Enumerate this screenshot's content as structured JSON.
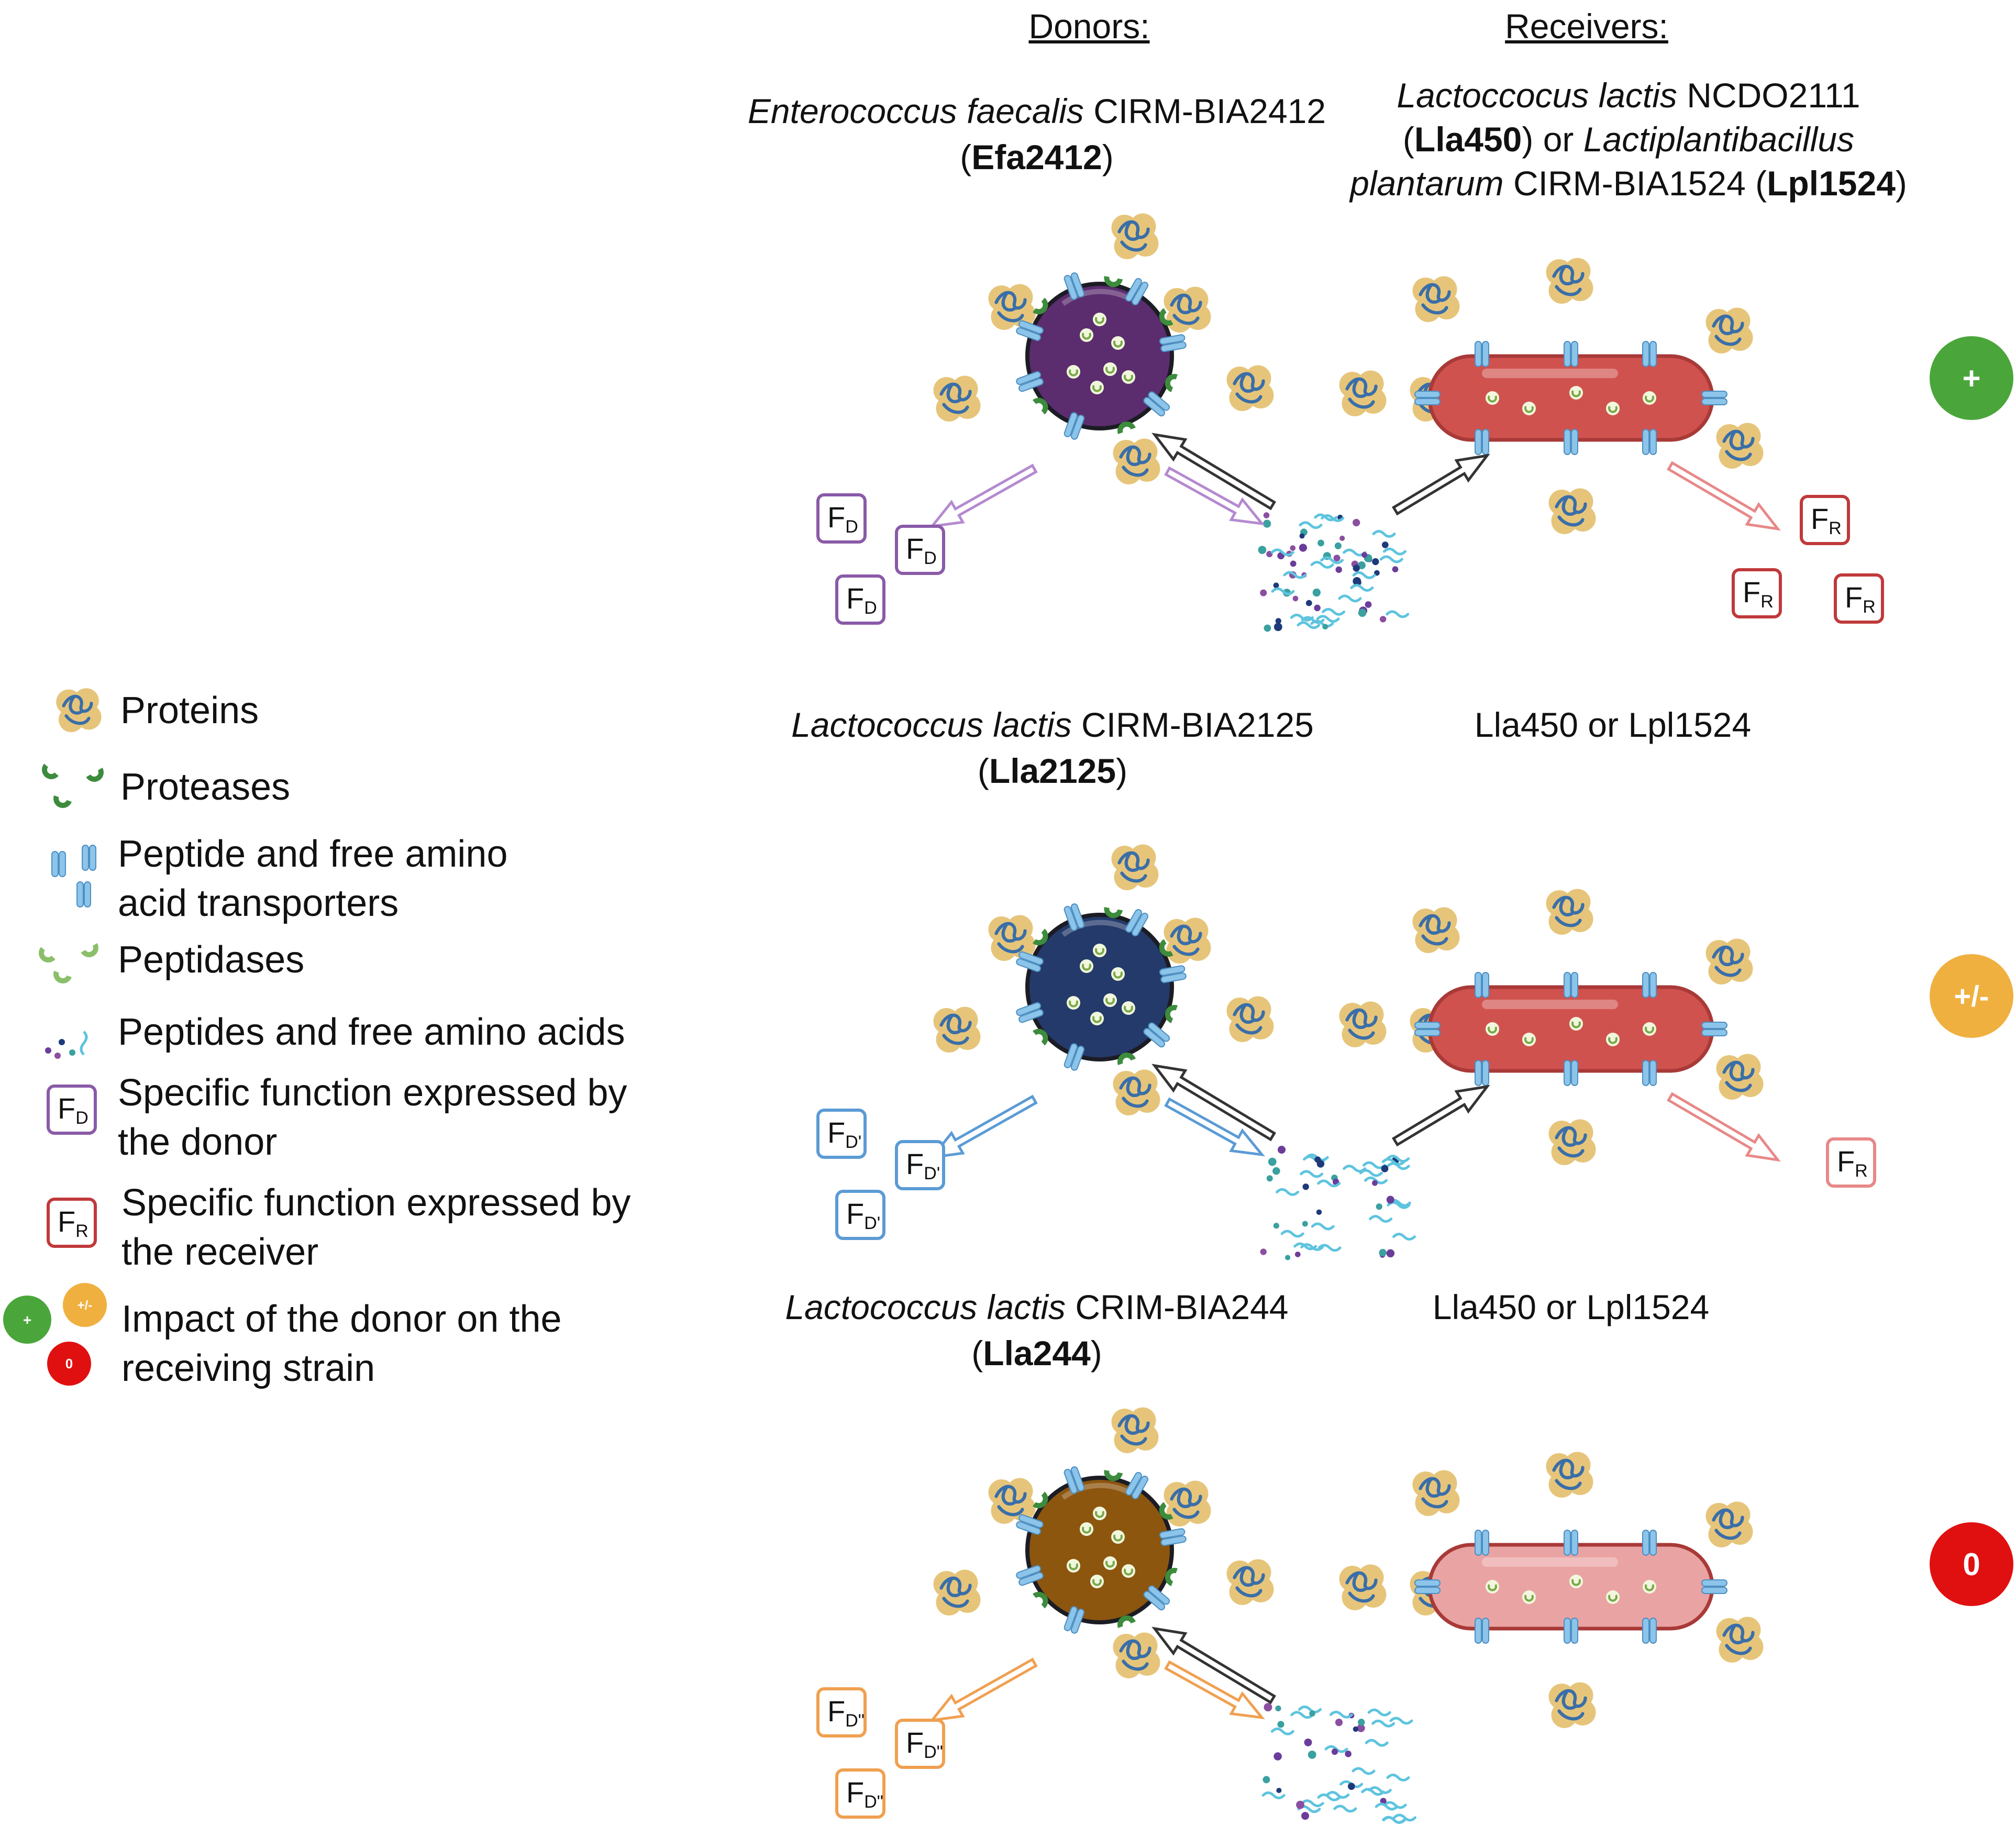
{
  "headers": {
    "donors": "Donors:",
    "receivers": "Receivers:"
  },
  "rows": [
    {
      "donor": {
        "species": "Enterococcus faecalis",
        "strain": "CIRM-BIA2412",
        "code": "Efa2412",
        "cell_color": "#5b2d6e",
        "arrow_color": "#b48ad0"
      },
      "receiver": {
        "species1": "Lactoccocus lactis",
        "strain1": "NCDO2111",
        "code1": "Lla450",
        "or_word": "or",
        "species2a": "Lactiplantibacillus",
        "species2b": "plantarum",
        "strain2": "CIRM-BIA1524",
        "code2": "Lpl1524"
      },
      "donor_function_main": "F",
      "donor_function_sub": "D",
      "receiver_function_main": "F",
      "receiver_function_sub": "R",
      "impact": {
        "label": "+",
        "color": "#4aa63a"
      }
    },
    {
      "donor": {
        "species": "Lactococcus lactis",
        "strain": "CIRM-BIA2125",
        "code": "Lla2125",
        "cell_color": "#243a6b",
        "arrow_color": "#5b9bd5"
      },
      "receiver": {
        "text": "Lla450 or Lpl1524"
      },
      "donor_function_main": "F",
      "donor_function_sub": "D'",
      "receiver_function_main": "F",
      "receiver_function_sub": "R",
      "impact": {
        "label": "+/-",
        "color": "#f0b040"
      }
    },
    {
      "donor": {
        "species": "Lactococcus lactis",
        "strain": "CRIM-BIA244",
        "code": "Lla244",
        "cell_color": "#8c560f",
        "arrow_color": "#f0a050"
      },
      "receiver": {
        "text": "Lla450 or Lpl1524"
      },
      "donor_function_main": "F",
      "donor_function_sub": "D\"",
      "impact": {
        "label": "0",
        "color": "#e01010"
      }
    }
  ],
  "legend": [
    {
      "icon": "protein-icon",
      "text": "Proteins"
    },
    {
      "icon": "protease-icon",
      "text": "Proteases"
    },
    {
      "icon": "transporter-icon",
      "text": "Peptide and free amino",
      "text2": "acid transporters"
    },
    {
      "icon": "peptidase-icon",
      "text": "Peptidases"
    },
    {
      "icon": "peptides-icon",
      "text": "Peptides and free amino acids"
    },
    {
      "icon": "donor-function-icon",
      "text": "Specific function expressed by",
      "text2": "the donor"
    },
    {
      "icon": "receiver-function-icon",
      "text": "Specific function expressed by",
      "text2": "the receiver"
    },
    {
      "icon": "impact-icon",
      "text": "Impact of the donor on the",
      "text2": "receiving strain"
    }
  ],
  "legend_icon_labels": {
    "positive": "+",
    "partial": "+/-",
    "none": "0"
  },
  "colors": {
    "protein_fill": "#e6c57a",
    "protein_line": "#3a6ea8",
    "protease": "#3d8b3d",
    "peptidase": "#8bbf6a",
    "transporter": "#8cc4ea",
    "receiver_cell": "#d0524f",
    "receiver_cell_faded": "#eaa3a3",
    "donor_function_box": "#8a5aa8",
    "receiver_function_box": "#c0393b"
  }
}
